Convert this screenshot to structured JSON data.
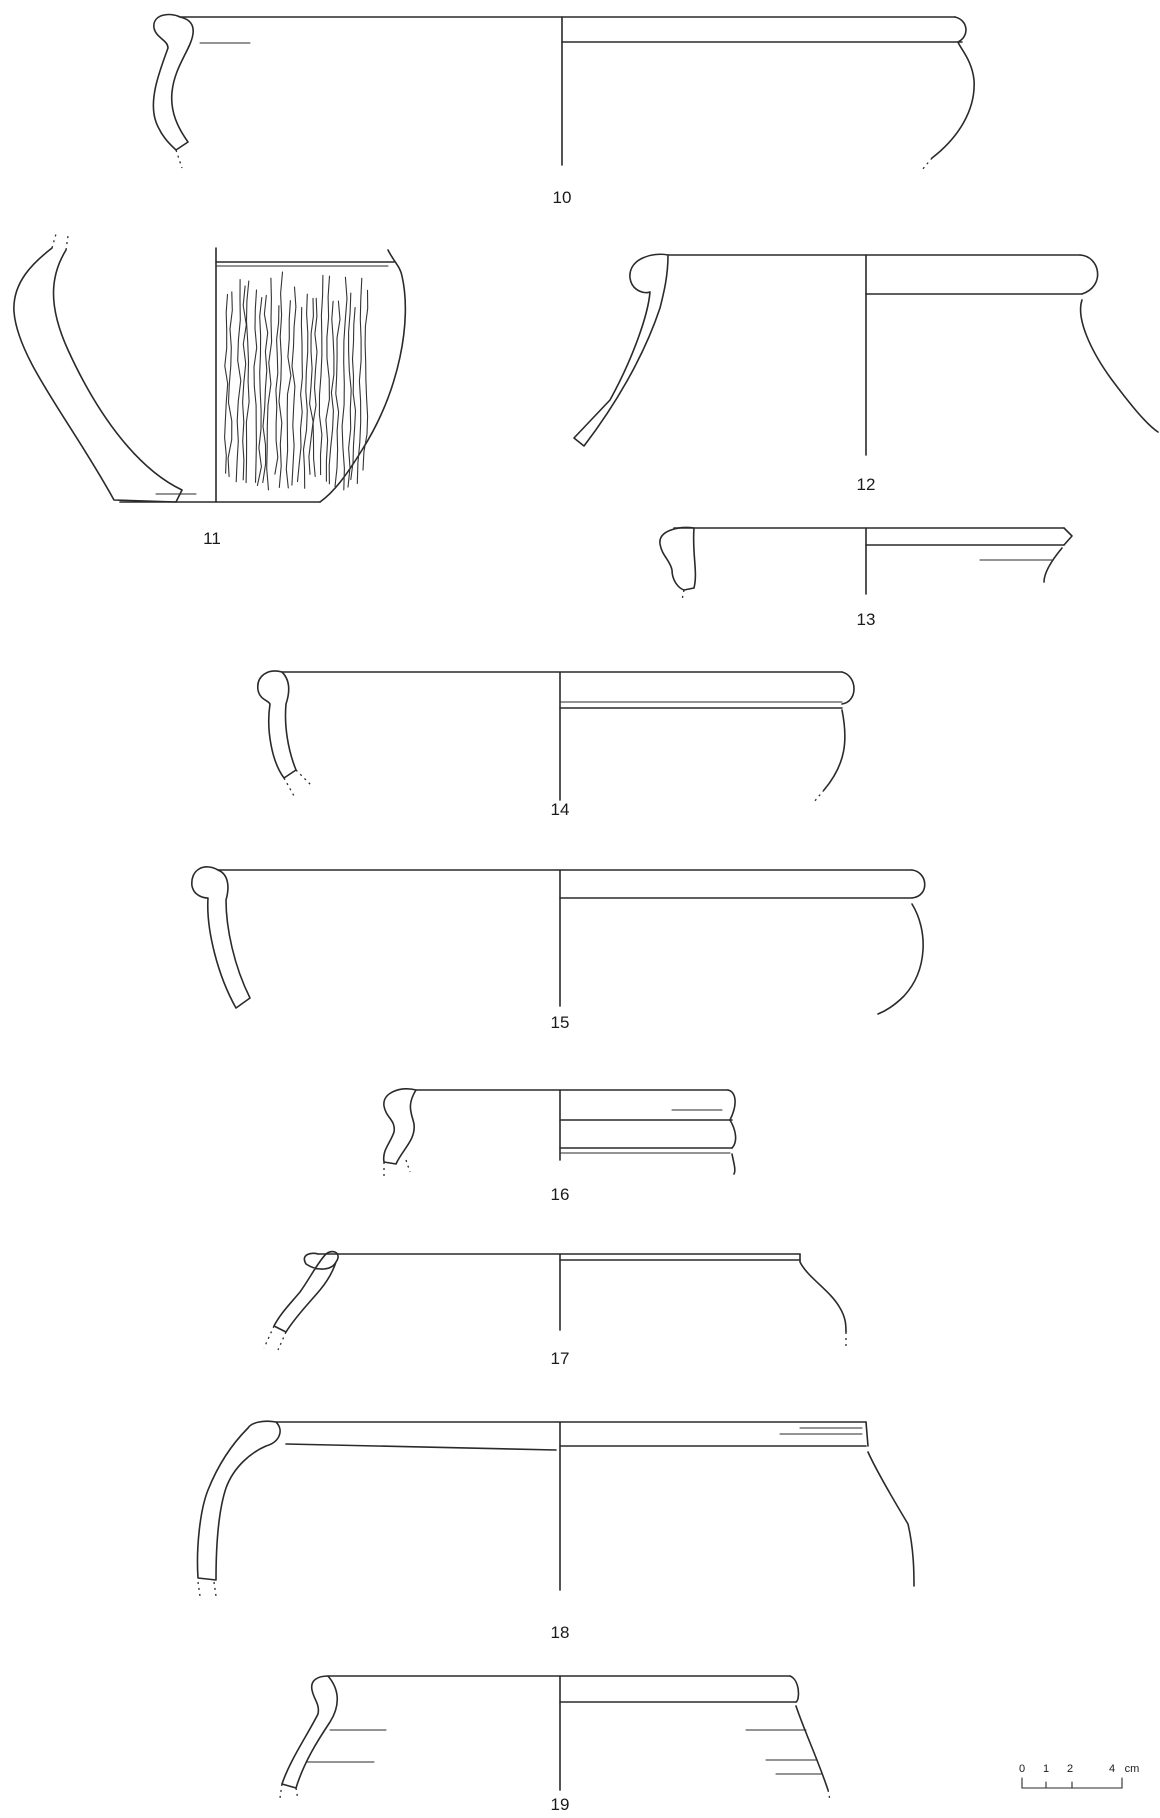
{
  "figures": [
    {
      "id": "10",
      "label": "10"
    },
    {
      "id": "11",
      "label": "11"
    },
    {
      "id": "12",
      "label": "12"
    },
    {
      "id": "13",
      "label": "13"
    },
    {
      "id": "14",
      "label": "14"
    },
    {
      "id": "15",
      "label": "15"
    },
    {
      "id": "16",
      "label": "16"
    },
    {
      "id": "17",
      "label": "17"
    },
    {
      "id": "18",
      "label": "18"
    },
    {
      "id": "19",
      "label": "19"
    }
  ],
  "scale_bar": {
    "ticks": [
      "0",
      "1",
      "2",
      "4"
    ],
    "unit": "cm"
  },
  "colors": {
    "ink": "#2a2a2a",
    "paper": "#ffffff"
  }
}
